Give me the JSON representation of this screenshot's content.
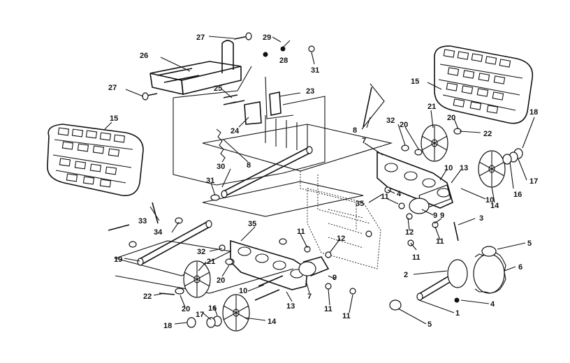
{
  "callouts": [
    {
      "text": "27"
    },
    {
      "text": "29"
    },
    {
      "text": "28"
    },
    {
      "text": "31"
    },
    {
      "text": "26"
    },
    {
      "text": "27"
    },
    {
      "text": "25"
    },
    {
      "text": "23"
    },
    {
      "text": "24"
    },
    {
      "text": "8"
    },
    {
      "text": "15"
    },
    {
      "text": "30"
    },
    {
      "text": "31"
    },
    {
      "text": "8"
    },
    {
      "text": "32"
    },
    {
      "text": "20"
    },
    {
      "text": "21"
    },
    {
      "text": "20"
    },
    {
      "text": "22"
    },
    {
      "text": "18"
    },
    {
      "text": "15"
    },
    {
      "text": "7"
    },
    {
      "text": "10"
    },
    {
      "text": "13"
    },
    {
      "text": "10"
    },
    {
      "text": "9"
    },
    {
      "text": "16"
    },
    {
      "text": "17"
    },
    {
      "text": "14"
    },
    {
      "text": "4"
    },
    {
      "text": "35"
    },
    {
      "text": "11"
    },
    {
      "text": "9"
    },
    {
      "text": "12"
    },
    {
      "text": "11"
    },
    {
      "text": "11"
    },
    {
      "text": "3"
    },
    {
      "text": "33"
    },
    {
      "text": "34"
    },
    {
      "text": "35"
    },
    {
      "text": "11"
    },
    {
      "text": "12"
    },
    {
      "text": "32"
    },
    {
      "text": "19"
    },
    {
      "text": "21"
    },
    {
      "text": "20"
    },
    {
      "text": "10"
    },
    {
      "text": "7"
    },
    {
      "text": "9"
    },
    {
      "text": "13"
    },
    {
      "text": "11"
    },
    {
      "text": "11"
    },
    {
      "text": "22"
    },
    {
      "text": "20"
    },
    {
      "text": "17"
    },
    {
      "text": "16"
    },
    {
      "text": "18"
    },
    {
      "text": "14"
    },
    {
      "text": "5"
    },
    {
      "text": "6"
    },
    {
      "text": "2"
    },
    {
      "text": "4"
    },
    {
      "text": "1"
    },
    {
      "text": "5"
    }
  ]
}
